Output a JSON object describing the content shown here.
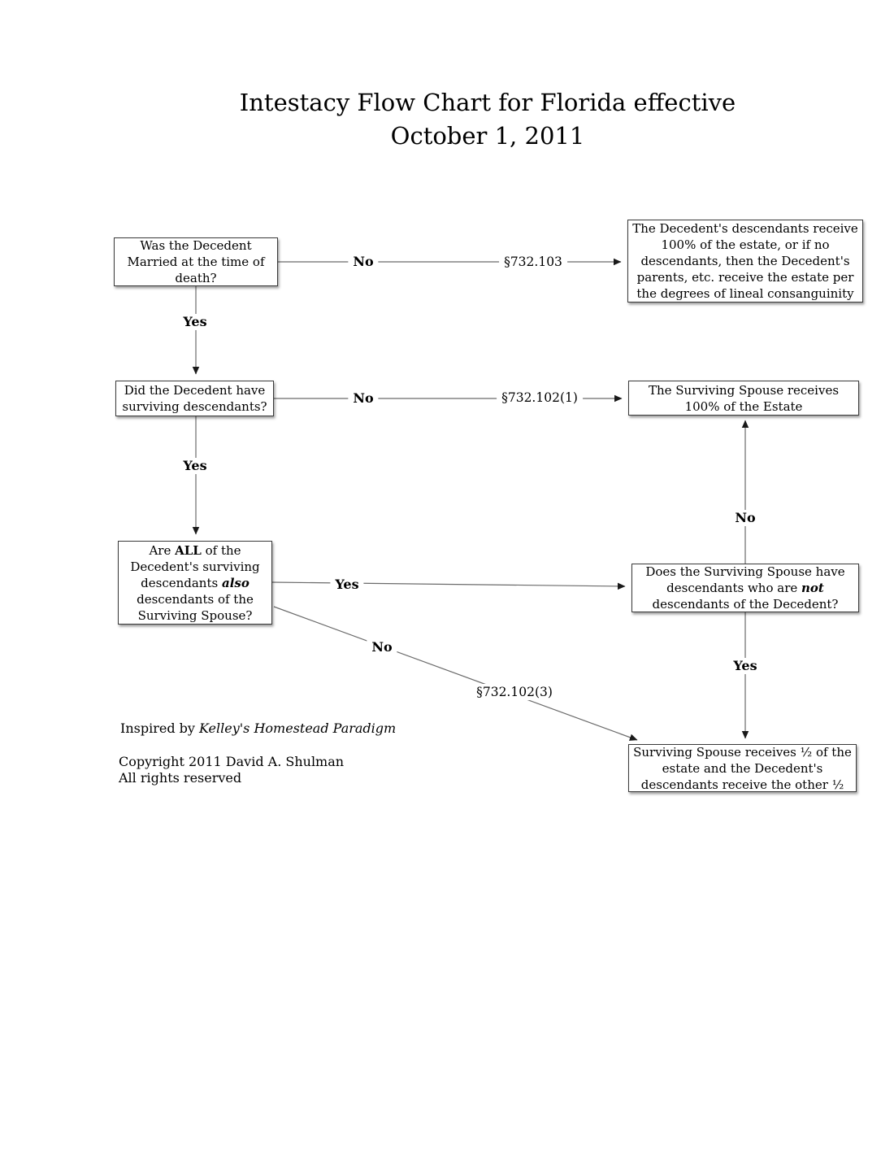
{
  "title": {
    "line1": "Intestacy Flow Chart for Florida effective",
    "line2": "October 1, 2011"
  },
  "nodes": {
    "married": {
      "text": "Was the Decedent Married at the time of death?"
    },
    "no_spouse_outcome": {
      "text": "The Decedent's descendants receive 100% of the estate, or if no descendants, then the Decedent's parents, etc. receive the estate per the degrees of lineal consanguinity"
    },
    "descendants": {
      "text": "Did the Decedent have surviving descendants?"
    },
    "spouse_all_outcome": {
      "text": "The Surviving Spouse receives 100% of the Estate"
    },
    "all_descendants": {
      "p1": "Are ",
      "p2": "ALL",
      "p3": " of the Decedent's surviving descendants ",
      "p4": "also",
      "p5": " descendants of the Surviving Spouse?"
    },
    "spouse_other_descendants": {
      "p1": "Does the Surviving Spouse have descendants who are ",
      "p2": "not",
      "p3": " descendants of the Decedent?"
    },
    "split_outcome": {
      "text": "Surviving Spouse receives ½ of the estate and the Decedent's descendants receive the other ½"
    }
  },
  "edge_labels": {
    "married_no": "No",
    "married_no_statute": "§732.103",
    "married_yes": "Yes",
    "descendants_no": "No",
    "descendants_no_statute": "§732.102(1)",
    "descendants_yes": "Yes",
    "all_yes": "Yes",
    "spouse_no": "No",
    "spouse_yes": "Yes",
    "all_no": "No",
    "all_no_statute": "§732.102(3)"
  },
  "credits": {
    "inspired_prefix": "Inspired by ",
    "inspired_source": "Kelley's Homestead Paradigm",
    "copyright": "Copyright 2011 David A. Shulman",
    "rights": "All rights reserved"
  },
  "colors": {
    "ink": "#000000",
    "line": "#6b6b6b",
    "arrowhead": "#1a1a1a",
    "background": "#ffffff"
  }
}
